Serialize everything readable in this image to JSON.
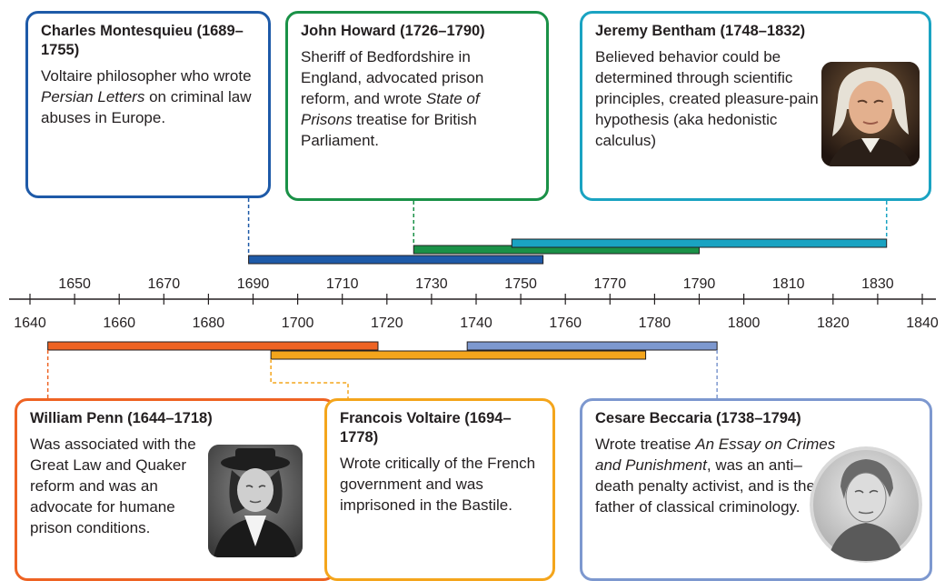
{
  "colors": {
    "montesquieu": "#1e5aa8",
    "howard": "#1a9147",
    "bentham": "#1aa3c2",
    "penn": "#ee6323",
    "voltaire": "#f4a51c",
    "beccaria": "#7d98cf"
  },
  "axis": {
    "top_ticks": [
      "1650",
      "1670",
      "1690",
      "1710",
      "1730",
      "1750",
      "1770",
      "1790",
      "1810",
      "1830"
    ],
    "bottom_ticks": [
      "1640",
      "1660",
      "1680",
      "1700",
      "1720",
      "1740",
      "1760",
      "1780",
      "1800",
      "1820",
      "1840"
    ],
    "range": [
      1640,
      1840
    ]
  },
  "figures": [
    {
      "key": "montesquieu",
      "title": "Charles Montesquieu (1689–1755)",
      "desc": [
        {
          "t": "Voltaire philosopher who wrote "
        },
        {
          "t": "Persian Letters",
          "i": true
        },
        {
          "t": " on criminal law abuses in Europe."
        }
      ],
      "birth": 1689,
      "death": 1755,
      "side": "top",
      "portrait": false
    },
    {
      "key": "howard",
      "title": "John Howard (1726–1790)",
      "desc": [
        {
          "t": "Sheriff of Bedfordshire in England, advocated prison reform, and wrote "
        },
        {
          "t": "State of Prisons",
          "i": true
        },
        {
          "t": " treatise for British Parliament."
        }
      ],
      "birth": 1726,
      "death": 1790,
      "side": "top",
      "portrait": false
    },
    {
      "key": "bentham",
      "title": "Jeremy Bentham (1748–1832)",
      "desc": [
        {
          "t": "Believed behavior could be determined through scientific principles, created pleasure-pain hypothesis (aka hedonistic calculus)"
        }
      ],
      "birth": 1748,
      "death": 1832,
      "side": "top",
      "portrait": true
    },
    {
      "key": "penn",
      "title": "William Penn (1644–1718)",
      "desc": [
        {
          "t": "Was associated with the Great Law and Quaker reform and was an advocate for humane prison conditions."
        }
      ],
      "birth": 1644,
      "death": 1718,
      "side": "bottom",
      "portrait": true
    },
    {
      "key": "voltaire",
      "title": "Francois Voltaire (1694–1778)",
      "desc": [
        {
          "t": "Wrote critically of the French government and was imprisoned in the Bastile."
        }
      ],
      "birth": 1694,
      "death": 1778,
      "side": "bottom",
      "portrait": false
    },
    {
      "key": "beccaria",
      "title": "Cesare Beccaria (1738–1794)",
      "desc": [
        {
          "t": "Wrote treatise "
        },
        {
          "t": "An Essay on Crimes and Punishment",
          "i": true
        },
        {
          "t": ", was an anti–death penalty activist, and is the father of classical criminology."
        }
      ],
      "birth": 1738,
      "death": 1794,
      "side": "bottom",
      "portrait": true
    }
  ]
}
